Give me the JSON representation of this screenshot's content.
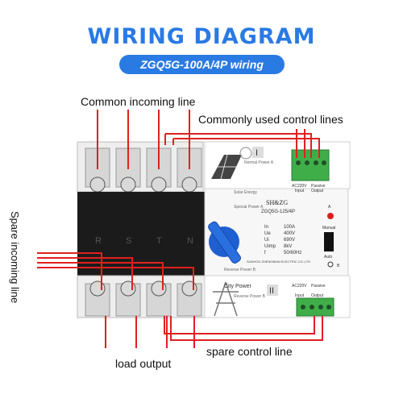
{
  "title": "WIRING DIAGRAM",
  "subtitle": "ZGQ5G-100A/4P wiring",
  "labels": {
    "common_incoming": "Common incoming line",
    "common_control": "Commonly used control lines",
    "spare_incoming": "Spare incoming line",
    "load_output": "load output",
    "spare_control": "spare control line"
  },
  "device": {
    "brand": "SH&ZG",
    "model": "ZGQ5G-125/4P",
    "specs": [
      {
        "k": "In",
        "v": "100A"
      },
      {
        "k": "Ue",
        "v": "400V"
      },
      {
        "k": "Ui",
        "v": "690V"
      },
      {
        "k": "Uimp",
        "v": "8kV"
      },
      {
        "k": "f",
        "v": "50/60Hz"
      }
    ],
    "company": "SUNHOU ZHENGBIAN ELECTRIC CO.,LTD",
    "normal_power": "Normal Power A",
    "solar_energy": "Solar Energy",
    "city_power": "City Power",
    "reverse_power": "Reverse Power B",
    "special_power": "Special Power A",
    "reverse_power_b2": "Reverse Power B",
    "roman_one": "I",
    "roman_two": "II",
    "ac_top": "AC220V",
    "ac_bottom": "AC220V",
    "passive_top": "Passive",
    "passive_bottom": "Passive",
    "output_top": "Output",
    "output_bottom": "Output",
    "input_top": "Input",
    "input_bottom": "Input",
    "manual": "Manual",
    "auto": "Auto",
    "pin_a": "A",
    "pin_b": "B",
    "phase_letters": [
      "R",
      "S",
      "T",
      "N"
    ]
  },
  "colors": {
    "title": "#2a7ae4",
    "wire": "#e02020",
    "terminal_green": "#3fae49",
    "knob": "#1f5fd0"
  }
}
